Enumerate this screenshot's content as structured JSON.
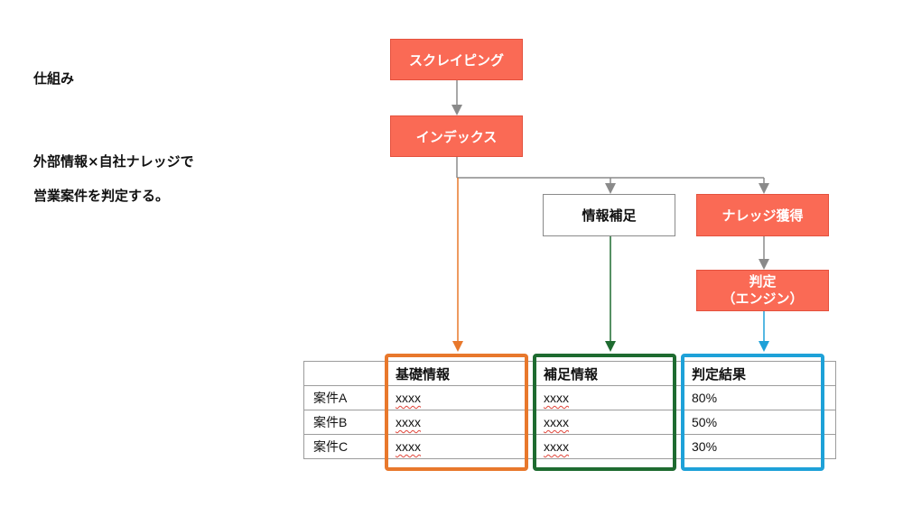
{
  "left": {
    "title": "仕組み",
    "line1": "外部情報×自社ナレッジで",
    "line2": "営業案件を判定する。"
  },
  "flow": {
    "scraping": "スクレイピング",
    "index": "インデックス",
    "info_supplement": "情報補足",
    "knowledge": "ナレッジ獲得",
    "judge_line1": "判定",
    "judge_line2": "（エンジン）"
  },
  "table": {
    "headers": [
      "",
      "基礎情報",
      "補足情報",
      "判定結果"
    ],
    "rows": [
      {
        "name": "案件A",
        "basic": "xxxx",
        "supp": "xxxx",
        "result": "80%"
      },
      {
        "name": "案件B",
        "basic": "xxxx",
        "supp": "xxxx",
        "result": "50%"
      },
      {
        "name": "案件C",
        "basic": "xxxx",
        "supp": "xxxx",
        "result": "30%"
      }
    ]
  },
  "colors": {
    "box_red": "#fa6a55",
    "orange": "#e8782c",
    "green": "#1e6b30",
    "blue": "#1ea1d8",
    "gray_line": "#8a8a8a"
  }
}
